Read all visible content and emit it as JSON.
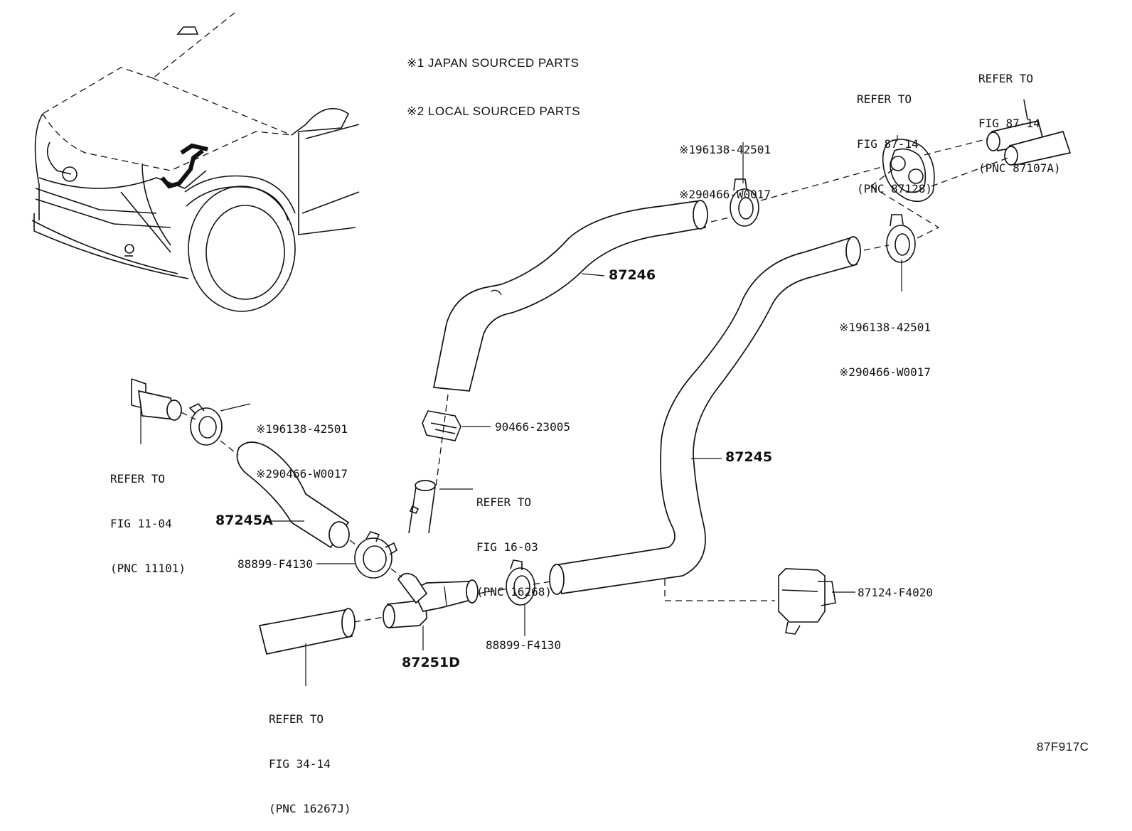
{
  "notes": {
    "japan": "※1 JAPAN SOURCED PARTS",
    "local": "※2 LOCAL SOURCED PARTS"
  },
  "callouts": {
    "top_clamp": {
      "line1": "※196138-42501",
      "line2": "※290466-W0017"
    },
    "right_clamp": {
      "line1": "※196138-42501",
      "line2": "※290466-W0017"
    },
    "left_clamp": {
      "line1": "※196138-42501",
      "line2": "※290466-W0017"
    },
    "grommet_ref": {
      "line1": "REFER TO",
      "line2": "FIG 87-14",
      "line3": "(PNC 87128)"
    },
    "pipe_ref": {
      "line1": "REFER TO",
      "line2": "FIG 87-14",
      "line3": "(PNC 87107A)"
    },
    "engine_ref": {
      "line1": "REFER TO",
      "line2": "FIG 11-04",
      "line3": "(PNC 11101)"
    },
    "throttle_ref": {
      "line1": "REFER TO",
      "line2": "FIG 16-03",
      "line3": "(PNC 16268)"
    },
    "bottom_ref": {
      "line1": "REFER TO",
      "line2": "FIG 34-14",
      "line3": "(PNC 16267J)"
    }
  },
  "parts": {
    "hose_upper": "87246",
    "hose_main": "87245",
    "hose_small": "87245A",
    "tee_joint": "87251D",
    "clip_90466": "90466-23005",
    "clamp_left": "88899-F4130",
    "clamp_right": "88899-F4130",
    "valve": "87124-F4020"
  },
  "figure_id": "87F917C"
}
